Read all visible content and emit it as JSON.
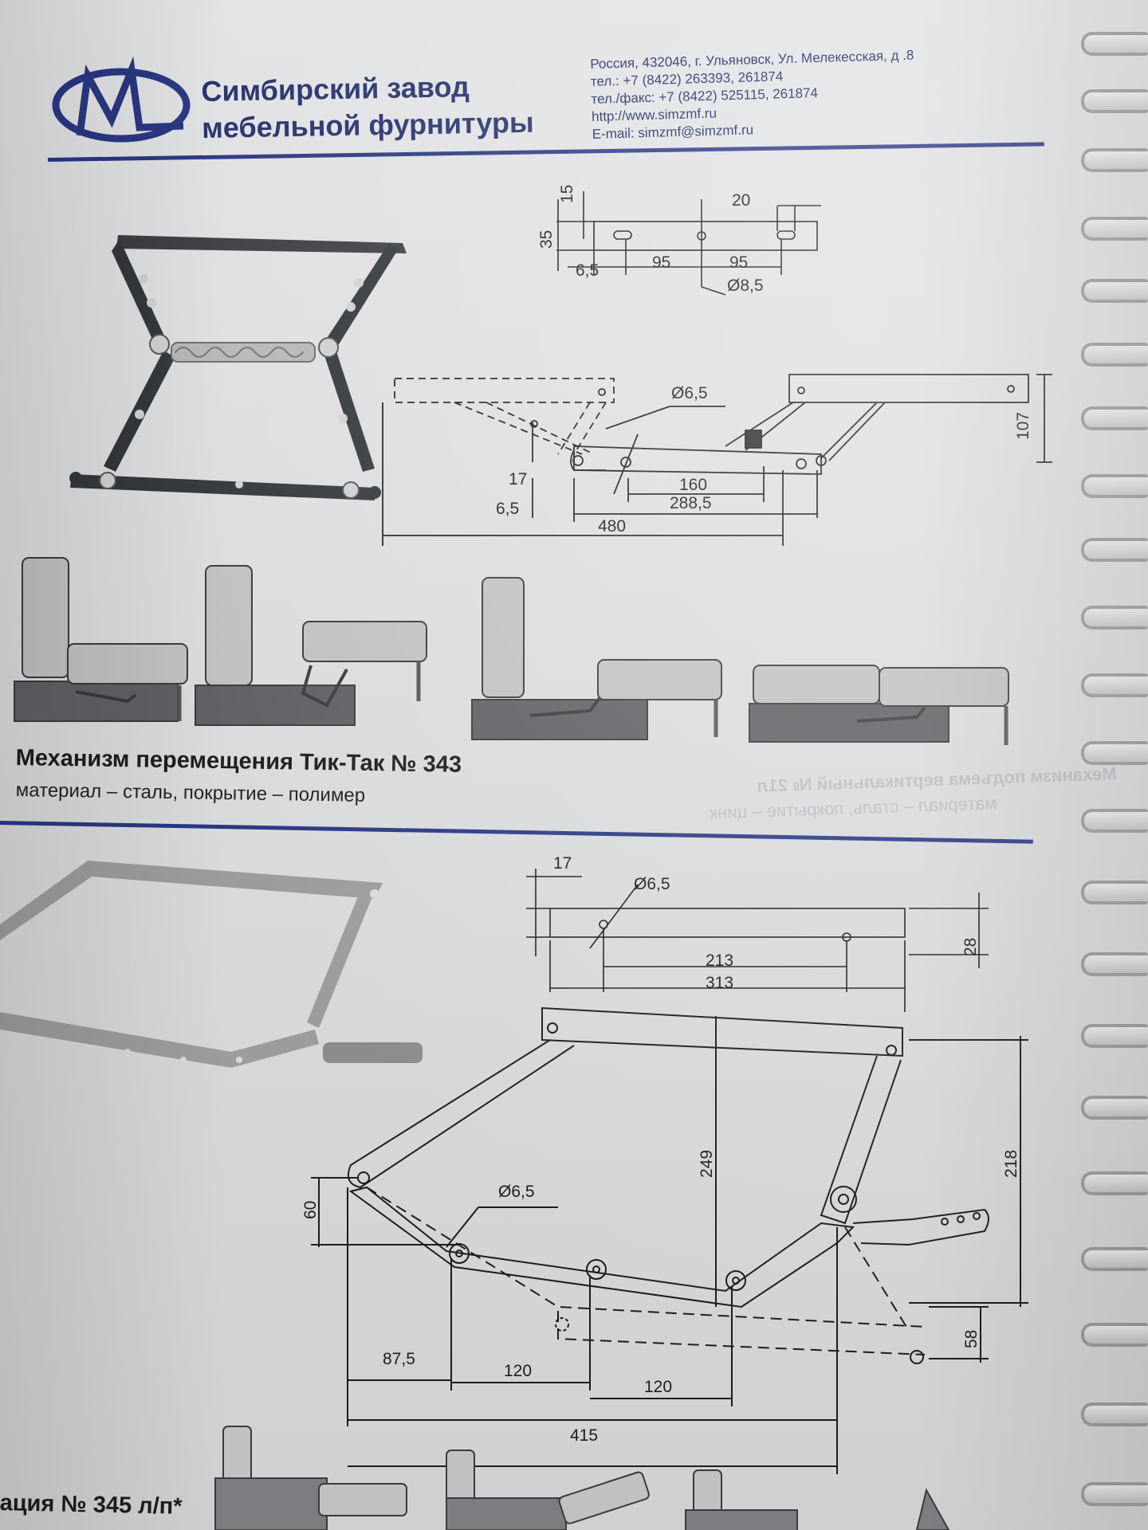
{
  "header": {
    "company_line1": "Симбирский завод",
    "company_line2": "мебельной фурнитуры",
    "address": "Россия, 432046, г. Ульяновск, Ул. Мелекесская, д .8",
    "phone": "тел.: +7 (8422) 263393, 261874",
    "fax": "тел./факс: +7 (8422) 525115, 261874",
    "website": "http://www.simzmf.ru",
    "email": "E-mail: simzmf@simzmf.ru"
  },
  "product_343": {
    "title": "Механизм перемещения Тик-Так № 343",
    "material": "материал – сталь, покрытие – полимер",
    "top_dims": {
      "d15": "15",
      "d35": "35",
      "d20": "20",
      "d6_5": "6,5",
      "d95a": "95",
      "d95b": "95",
      "hole": "Ø8,5"
    },
    "side_dims": {
      "hole": "Ø6,5",
      "h107": "107",
      "d17": "17",
      "d6_5": "6,5",
      "d160": "160",
      "d288": "288,5",
      "d480": "480"
    }
  },
  "product_345": {
    "title_fragment": "ация № 345 л/п*",
    "top_dims": {
      "d17": "17",
      "hole": "Ø6,5",
      "d213": "213",
      "d313": "313",
      "d28": "28"
    },
    "side_dims": {
      "d249": "249",
      "d218": "218",
      "d60": "60",
      "hole": "Ø6,5",
      "d58": "58",
      "d87": "87,5",
      "d120a": "120",
      "d120b": "120",
      "d415": "415"
    }
  },
  "ghost_text": {
    "line1": "Механизм подъема вертикальный № 21л",
    "line2": "материал – сталь, покрытие – цинк"
  },
  "colors": {
    "brand": "#2a3782",
    "ink": "#1c1c1c",
    "paper": "#dcdddf"
  }
}
